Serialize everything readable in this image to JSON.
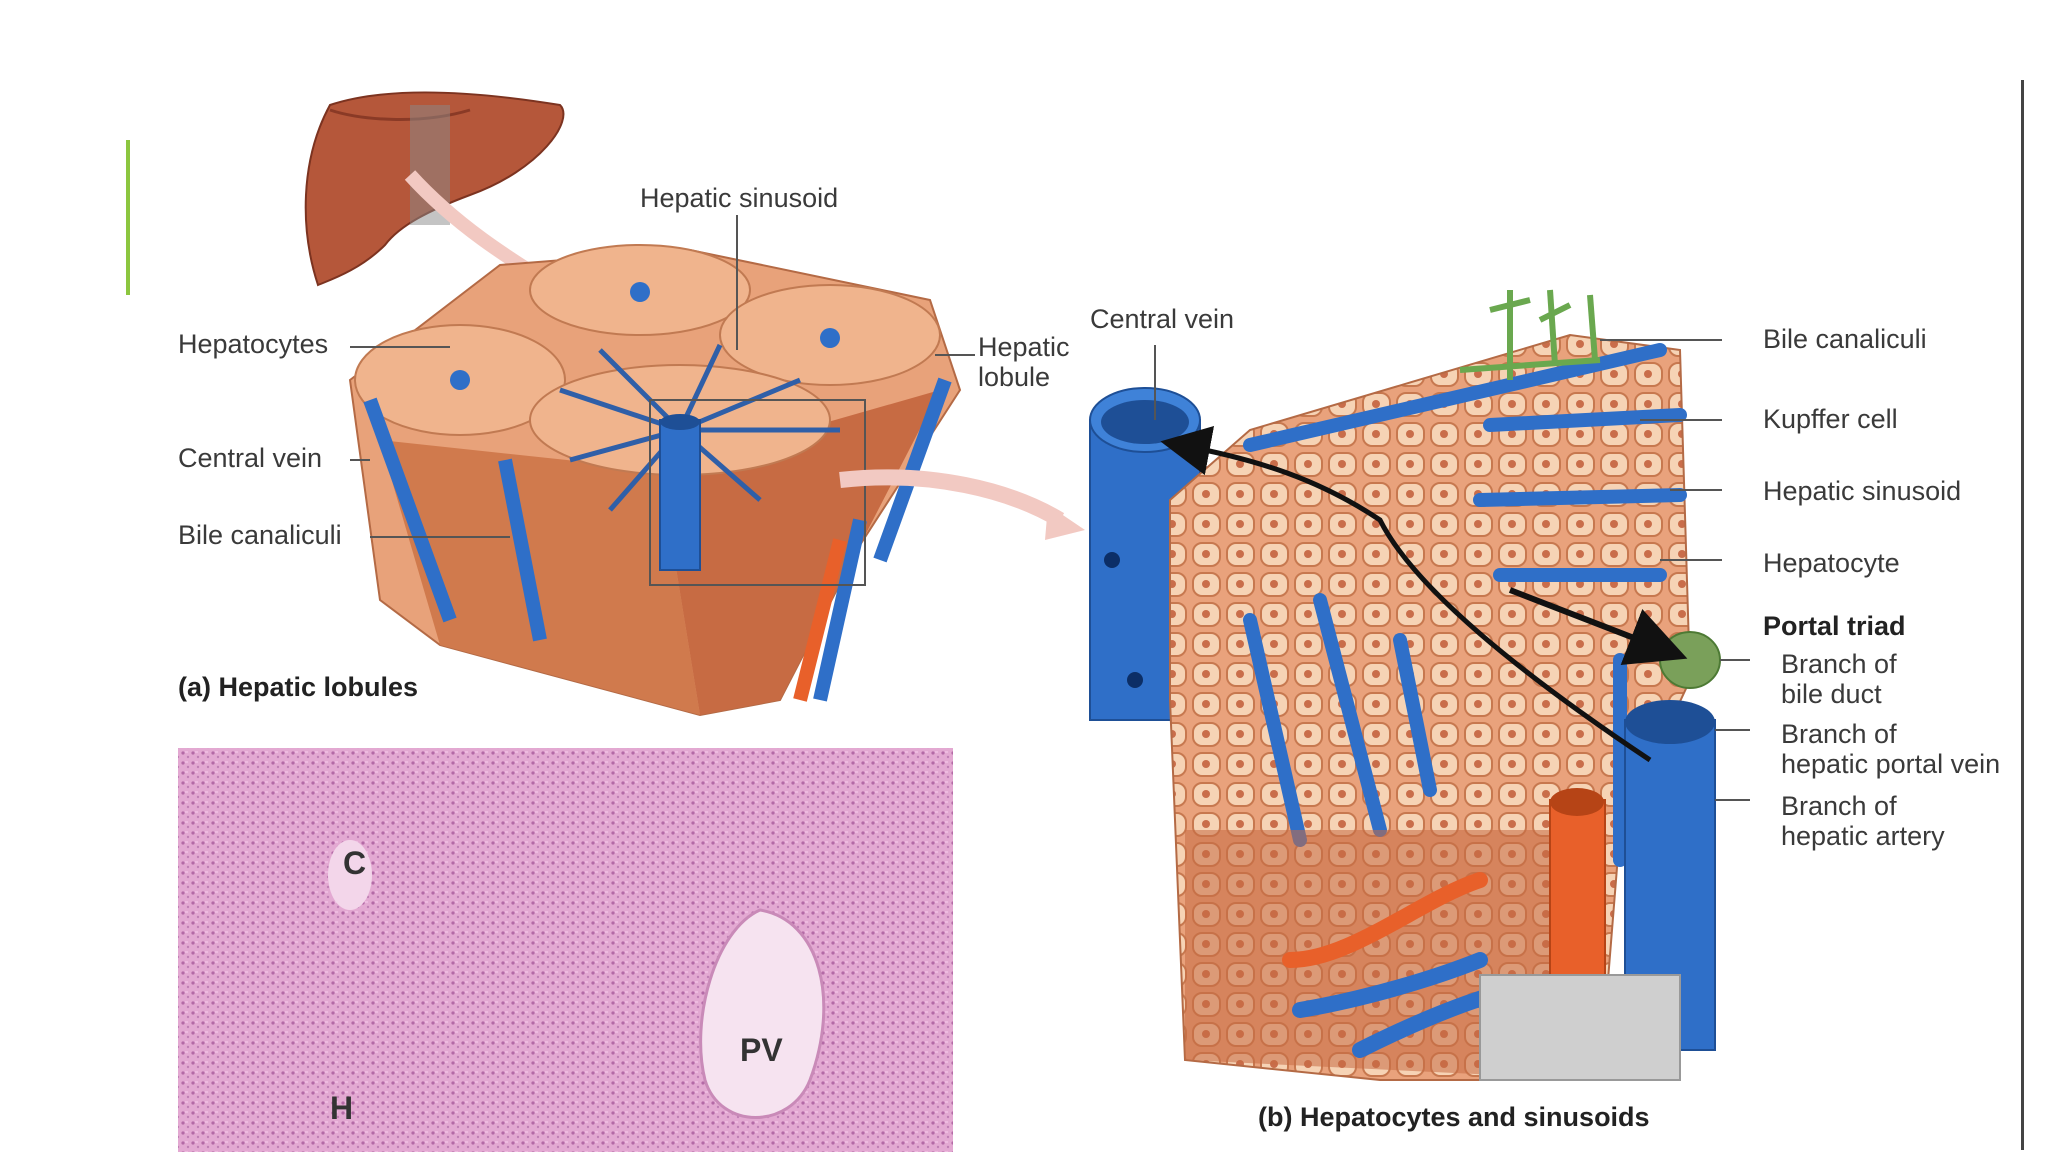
{
  "panel_a": {
    "caption": "(a) Hepatic lobules",
    "labels": {
      "hepatic_sinusoid": "Hepatic sinusoid",
      "hepatocytes": "Hepatocytes",
      "central_vein": "Central vein",
      "bile_canaliculi": "Bile canaliculi",
      "hepatic_lobule_l1": "Hepatic",
      "hepatic_lobule_l2": "lobule"
    }
  },
  "micrograph": {
    "labels": {
      "c": "C",
      "h": "H",
      "pv": "PV"
    }
  },
  "panel_b": {
    "caption": "(b) Hepatocytes and sinusoids",
    "labels": {
      "central_vein": "Central vein",
      "bile_canaliculi": "Bile canaliculi",
      "kupffer_cell": "Kupffer cell",
      "hepatic_sinusoid": "Hepatic sinusoid",
      "hepatocyte": "Hepatocyte",
      "portal_triad": "Portal triad",
      "bile_duct_l1": "Branch of",
      "bile_duct_l2": "bile duct",
      "portal_vein_l1": "Branch of",
      "portal_vein_l2": "hepatic portal vein",
      "artery_l1": "Branch of",
      "artery_l2": "hepatic artery"
    }
  },
  "colors": {
    "accent_bar": "#8cc63f",
    "vein_blue": "#2f6fc8",
    "tissue_tan": "#e8a27a",
    "artery_orange": "#e8602a",
    "bile_green": "#6aa84f",
    "micrograph_pink": "#d99ac8"
  }
}
